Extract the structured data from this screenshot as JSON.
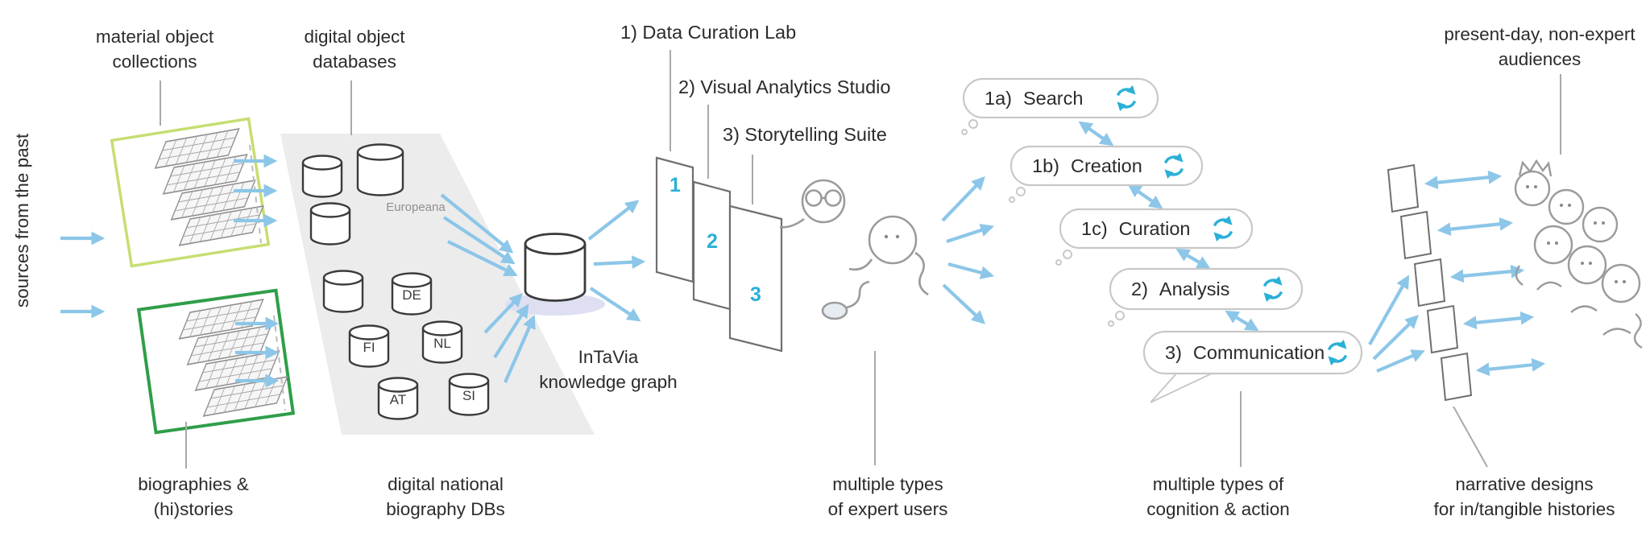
{
  "colors": {
    "arrow_blue": "#8cc6e8",
    "accent_cyan": "#2ab0d6",
    "green_light": "#c6de71",
    "green_dark": "#2f9e49",
    "panel_gray": "#ececec",
    "shadow_lavender": "#dfdff2",
    "ink": "#3b3b3b",
    "sketch_gray": "#9b9b9b"
  },
  "left": {
    "side_label": "sources from the past",
    "collections_label": [
      "material object",
      "collections"
    ],
    "biographies_label": [
      "biographies &",
      "(hi)stories"
    ]
  },
  "databases": {
    "object_dbs_label": [
      "digital object",
      "databases"
    ],
    "europeana": "Europeana",
    "national_label": [
      "digital national",
      "biography DBs"
    ],
    "national_dbs": [
      "DE",
      "FI",
      "NL",
      "AT",
      "SI"
    ]
  },
  "knowledge_graph": {
    "label": [
      "InTaVia",
      "knowledge graph"
    ]
  },
  "tools": {
    "items": [
      "1) Data Curation Lab",
      "2) Visual Analytics Studio",
      "3) Storytelling Suite"
    ],
    "frame_numbers": [
      "1",
      "2",
      "3"
    ],
    "users_label": [
      "multiple types",
      "of expert users"
    ]
  },
  "actions": {
    "bubbles": [
      {
        "prefix": "1a)",
        "label": "Search"
      },
      {
        "prefix": "1b)",
        "label": "Creation"
      },
      {
        "prefix": "1c)",
        "label": "Curation"
      },
      {
        "prefix": "2)",
        "label": "Analysis"
      },
      {
        "prefix": "3)",
        "label": "Communication"
      }
    ],
    "cognition_label": [
      "multiple types of",
      "cognition & action"
    ]
  },
  "right": {
    "audiences_label": [
      "present-day, non-expert",
      "audiences"
    ],
    "narrative_label": [
      "narrative designs",
      "for in/tangible histories"
    ]
  }
}
